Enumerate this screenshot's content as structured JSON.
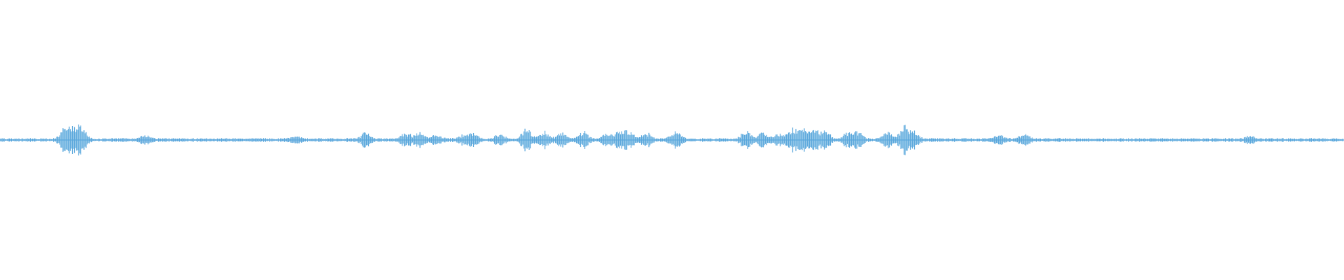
{
  "waveform": {
    "color": "#5aa7dc",
    "baseline_amplitude": 0.006,
    "bursts": [
      {
        "t": 0.049,
        "amp": 0.045
      },
      {
        "t": 0.056,
        "amp": 0.035
      },
      {
        "t": 0.061,
        "amp": 0.03
      },
      {
        "t": 0.108,
        "amp": 0.012
      },
      {
        "t": 0.22,
        "amp": 0.01
      },
      {
        "t": 0.272,
        "amp": 0.02
      },
      {
        "t": 0.302,
        "amp": 0.018
      },
      {
        "t": 0.312,
        "amp": 0.022
      },
      {
        "t": 0.325,
        "amp": 0.014
      },
      {
        "t": 0.345,
        "amp": 0.012
      },
      {
        "t": 0.352,
        "amp": 0.018
      },
      {
        "t": 0.372,
        "amp": 0.016
      },
      {
        "t": 0.392,
        "amp": 0.035
      },
      {
        "t": 0.405,
        "amp": 0.025
      },
      {
        "t": 0.418,
        "amp": 0.02
      },
      {
        "t": 0.434,
        "amp": 0.025
      },
      {
        "t": 0.452,
        "amp": 0.02
      },
      {
        "t": 0.461,
        "amp": 0.024
      },
      {
        "t": 0.468,
        "amp": 0.026
      },
      {
        "t": 0.481,
        "amp": 0.02
      },
      {
        "t": 0.503,
        "amp": 0.028
      },
      {
        "t": 0.555,
        "amp": 0.025
      },
      {
        "t": 0.568,
        "amp": 0.02
      },
      {
        "t": 0.58,
        "amp": 0.018
      },
      {
        "t": 0.59,
        "amp": 0.032
      },
      {
        "t": 0.598,
        "amp": 0.034
      },
      {
        "t": 0.606,
        "amp": 0.03
      },
      {
        "t": 0.614,
        "amp": 0.024
      },
      {
        "t": 0.63,
        "amp": 0.02
      },
      {
        "t": 0.638,
        "amp": 0.024
      },
      {
        "t": 0.66,
        "amp": 0.022
      },
      {
        "t": 0.673,
        "amp": 0.04
      },
      {
        "t": 0.68,
        "amp": 0.026
      },
      {
        "t": 0.743,
        "amp": 0.016
      },
      {
        "t": 0.762,
        "amp": 0.02
      },
      {
        "t": 0.93,
        "amp": 0.01
      }
    ]
  }
}
